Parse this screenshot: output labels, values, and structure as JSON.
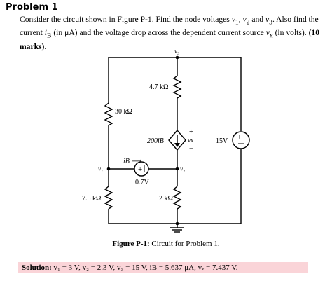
{
  "problem": {
    "heading": "Problem 1",
    "prompt": {
      "part1": "Consider the circuit shown in Figure P-1. Find the node voltages ",
      "v1": "v",
      "sub1": "1",
      "sep1": ", ",
      "v2": "v",
      "sub2": "2",
      "sep2": " and ",
      "v3": "v",
      "sub3": "3",
      "part2": ". Also find the current ",
      "iB": "i",
      "subB": "B",
      "part3": " (in μA) and the voltage drop across the dependent current source ",
      "vx": "v",
      "subx": "x",
      "part4": " (in volts). ",
      "marks": "(10 marks)",
      "end": "."
    }
  },
  "circuit": {
    "labels": {
      "v3": "v₃",
      "v1": "v₁",
      "v2": "v₂",
      "r_top": "4.7 kΩ",
      "r_left_top": "30 kΩ",
      "r_left_bottom": "7.5 kΩ",
      "r_bottom": "2 kΩ",
      "dep_source": "200iB",
      "vx_plus": "+",
      "vx": "vx",
      "vx_minus": "−",
      "vsrc": "15V",
      "diode_src": "0.7V",
      "iB_label": "iB ⟶"
    }
  },
  "caption": {
    "label": "Figure P-1:",
    "text": " Circuit for Problem 1."
  },
  "solution": {
    "label": "Solution:",
    "text": " v₁ = 3 V, v₂ = 2.3 V, v₃ = 15 V, iB = 5.637 μA, vₓ = 7.437 V."
  }
}
